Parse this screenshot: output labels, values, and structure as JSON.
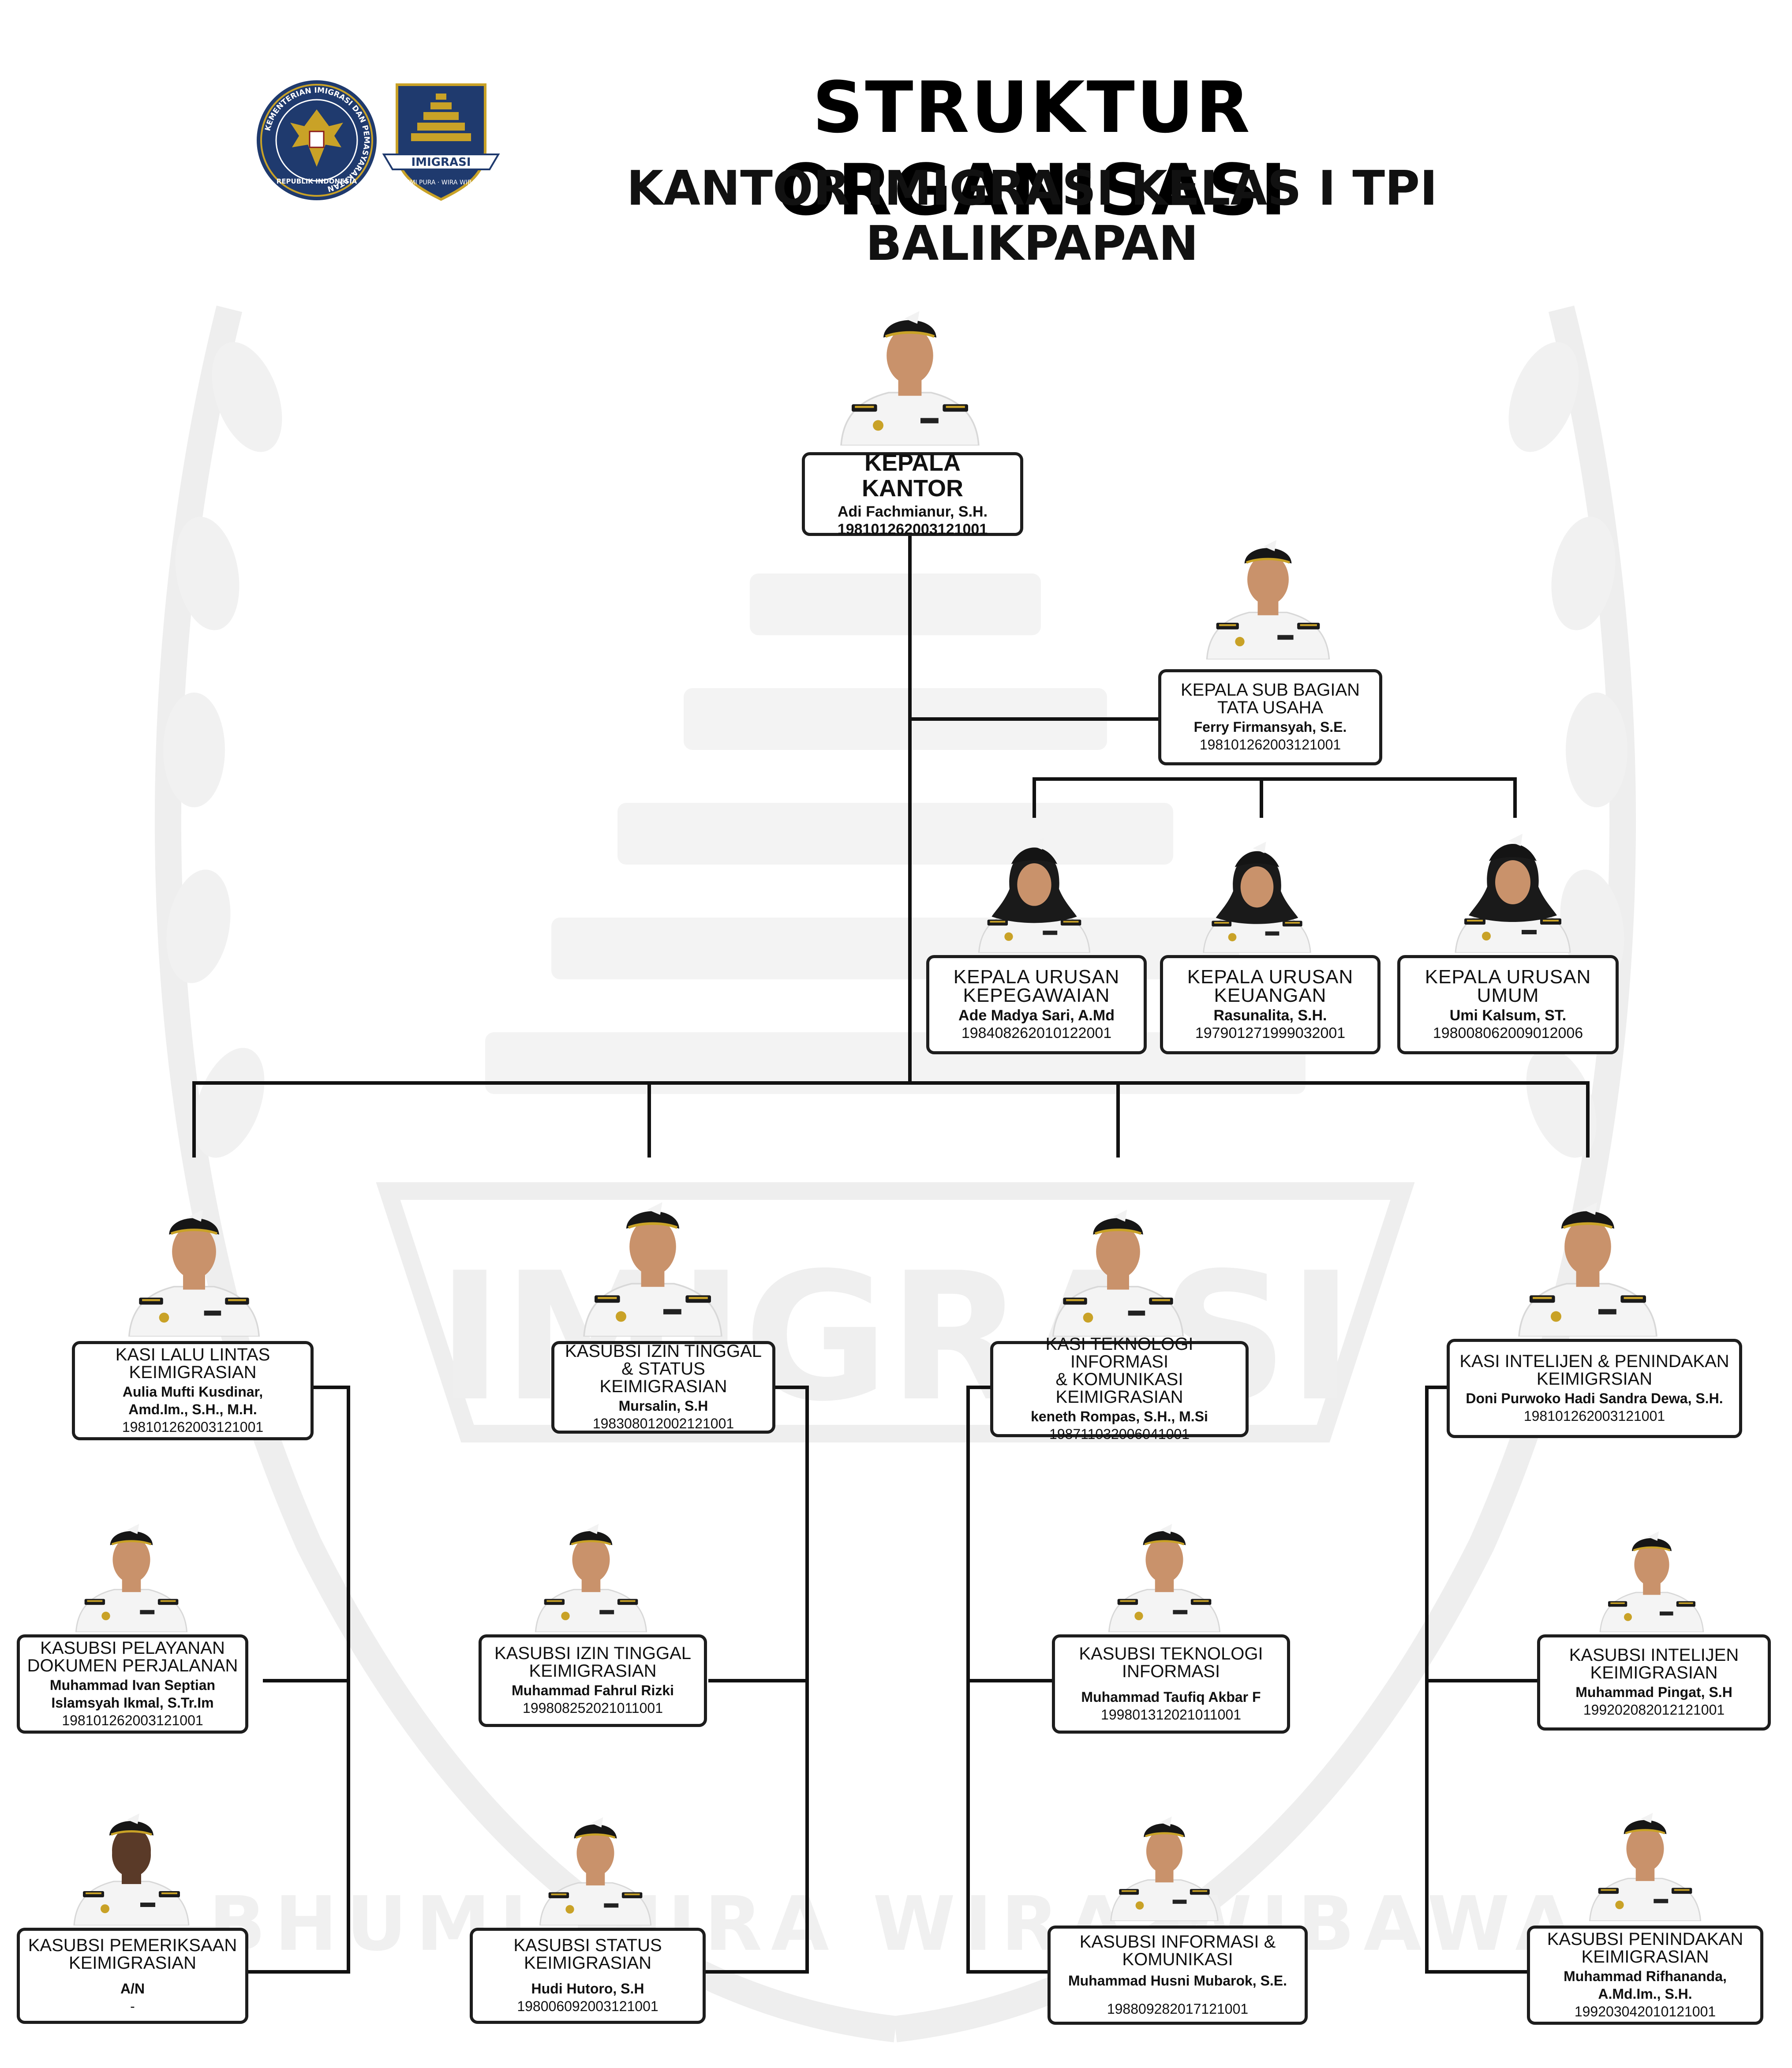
{
  "header": {
    "title": "STRUKTUR ORGANISASI",
    "subtitle": "KANTOR IMIGRASI KELAS I TPI BALIKPAPAN"
  },
  "logos": {
    "ministry": {
      "ring_text": "KEMENTERIAN IMIGRASI DAN PEMASYARAKATAN",
      "bottom_text": "REPUBLIK INDONESIA"
    },
    "immigration": {
      "banner_text": "IMIGRASI",
      "motto": "BHUMI PURA · WIRA WIBAWA"
    }
  },
  "watermark": {
    "text": "IMIGRASI",
    "motto": "BHUMI PURA WIRA WIBAWA"
  },
  "colors": {
    "navy": "#1f3a6e",
    "gold": "#c9a227",
    "line": "#111111",
    "watermark": "#ececec"
  },
  "nodes": {
    "kepala_kantor": {
      "title": "KEPALA KANTOR",
      "name": "Adi Fachmianur, S.H.",
      "nip": "198101262003121001"
    },
    "kasubag_tu": {
      "title1": "KEPALA SUB BAGIAN",
      "title2": "TATA USAHA",
      "name": "Ferry Firmansyah, S.E.",
      "nip": "198101262003121001"
    },
    "kaur_kepegawaian": {
      "title1": "KEPALA URUSAN",
      "title2": "KEPEGAWAIAN",
      "name": "Ade Madya Sari, A.Md",
      "nip": "198408262010122001"
    },
    "kaur_keuangan": {
      "title1": "KEPALA URUSAN",
      "title2": "KEUANGAN",
      "name": "Rasunalita, S.H.",
      "nip": "197901271999032001"
    },
    "kaur_umum": {
      "title1": "KEPALA URUSAN",
      "title2": "UMUM",
      "name": "Umi Kalsum, ST.",
      "nip": "198008062009012006"
    },
    "kasi_lalu_lintas": {
      "title1": "KASI LALU LINTAS",
      "title2": "KEIMIGRASIAN",
      "name1": "Aulia Mufti Kusdinar,",
      "name2": "Amd.Im., S.H., M.H.",
      "nip": "198101262003121001"
    },
    "kasubsi_izin_status": {
      "title1": "KASUBSI IZIN TINGGAL",
      "title2": "& STATUS KEIMIGRASIAN",
      "name": "Mursalin, S.H",
      "nip": "198308012002121001"
    },
    "kasi_tikim": {
      "title1": "KASI TEKNOLOGI INFORMASI",
      "title2": "& KOMUNIKASI KEIMIGRASIAN",
      "name": "keneth Rompas, S.H., M.Si",
      "nip": "198711032006041001"
    },
    "kasi_inteldakim": {
      "title1": "KASI INTELIJEN & PENINDAKAN",
      "title2": "KEIMIGRSIAN",
      "name": "Doni Purwoko Hadi Sandra Dewa, S.H.",
      "nip": "198101262003121001"
    },
    "kasubsi_pelayanan_dokumen": {
      "title1": "KASUBSI PELAYANAN",
      "title2": "DOKUMEN PERJALANAN",
      "name1": "Muhammad Ivan Septian",
      "name2": "Islamsyah Ikmal, S.Tr.Im",
      "nip": "198101262003121001"
    },
    "kasubsi_pemeriksaan": {
      "title1": "KASUBSI PEMERIKSAAN",
      "title2": "KEIMIGRASIAN",
      "name": "A/N",
      "nip": "-"
    },
    "kasubsi_izin_tinggal": {
      "title1": "KASUBSI IZIN TINGGAL",
      "title2": "KEIMIGRASIAN",
      "name": "Muhammad Fahrul Rizki",
      "nip": "199808252021011001"
    },
    "kasubsi_status": {
      "title1": "KASUBSI STATUS KEIMIGRASIAN",
      "name": "Hudi Hutoro, S.H",
      "nip": "198006092003121001"
    },
    "kasubsi_tekinfo": {
      "title1": "KASUBSI TEKNOLOGI INFORMASI",
      "name": "Muhammad Taufiq Akbar F",
      "nip": "199801312021011001"
    },
    "kasubsi_infokom": {
      "title1": "KASUBSI INFORMASI & KOMUNIKASI",
      "name": "Muhammad Husni Mubarok, S.E.",
      "nip": "198809282017121001"
    },
    "kasubsi_intel": {
      "title1": "KASUBSI INTELIJEN",
      "title2": "KEIMIGRASIAN",
      "name": "Muhammad Pingat, S.H",
      "nip": "199202082012121001"
    },
    "kasubsi_penindakan": {
      "title1": "KASUBSI PENINDAKAN",
      "title2": "KEIMIGRASIAN",
      "name1": "Muhammad Rifhananda,",
      "name2": "A.Md.Im., S.H.",
      "nip": "199203042010121001"
    }
  }
}
